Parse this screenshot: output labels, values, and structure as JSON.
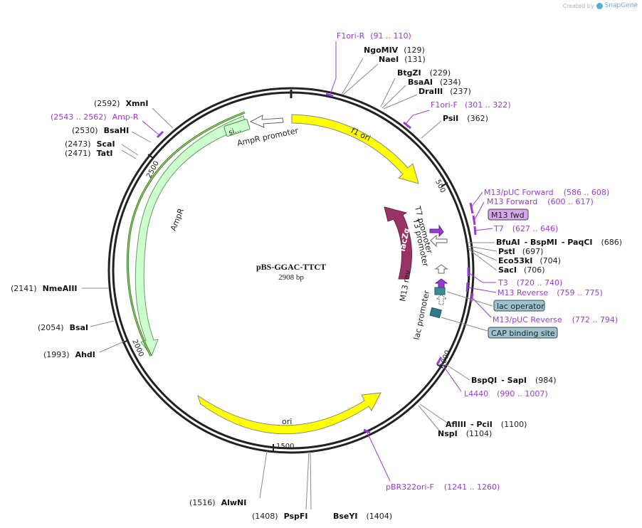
{
  "credit": {
    "prefix": "Created by",
    "brand": "SnapGene"
  },
  "plasmid": {
    "name": "pBS-GGAC-TTCT",
    "length_label": "2908 bp"
  },
  "ruler_labels": [
    "500",
    "1000",
    "1500",
    "2000",
    "2500"
  ],
  "features": {
    "f1_ori": "f1 ori",
    "ori": "ori",
    "ampr": "AmpR",
    "ampr_promoter": "AmpR promoter",
    "ampr_signal": "si...",
    "lacza": "lacZα",
    "t7_promoter": "T7 promoter",
    "t3_promoter": "T3 promoter",
    "m13_rev": "M13 rev",
    "lac_promoter": "lac promoter"
  },
  "sites": {
    "ngomiv": {
      "name": "NgoMIV",
      "pos": "(129)"
    },
    "naei": {
      "name": "NaeI",
      "pos": "(131)"
    },
    "btgzi": {
      "name": "BtgZI",
      "pos": "(229)"
    },
    "bsaai": {
      "name": "BsaAI",
      "pos": "(234)"
    },
    "draiii": {
      "name": "DraIII",
      "pos": "(237)"
    },
    "psii": {
      "name": "PsiI",
      "pos": "(362)"
    },
    "bfuai": {
      "name": "BfuAI",
      "name2": "- BspMI",
      "name3": "- PaqCI",
      "pos": "(686)"
    },
    "psti": {
      "name": "PstI",
      "pos": "(697)"
    },
    "eco53ki": {
      "name": "Eco53kI",
      "pos": "(704)"
    },
    "saci": {
      "name": "SacI",
      "pos": "(706)"
    },
    "bspqi": {
      "name": "BspQI",
      "name2": "- SapI",
      "pos": "(984)"
    },
    "afliii": {
      "name": "AflIII",
      "name2": "- PciI",
      "pos": "(1100)"
    },
    "nspi": {
      "name": "NspI",
      "pos": "(1104)"
    },
    "bseyi": {
      "name": "BseYI",
      "pos": "(1404)"
    },
    "pspfi": {
      "name": "PspFI",
      "pos": "(1408)"
    },
    "alwni": {
      "name": "AlwNI",
      "pos": "(1516)"
    },
    "ahdi": {
      "name": "AhdI",
      "pos": "(1993)"
    },
    "bsai": {
      "name": "BsaI",
      "pos": "(2054)"
    },
    "nmeaiii": {
      "name": "NmeAIII",
      "pos": "(2141)"
    },
    "tati": {
      "name": "TatI",
      "pos": "(2471)"
    },
    "scai": {
      "name": "ScaI",
      "pos": "(2473)"
    },
    "bsahi": {
      "name": "BsaHI",
      "pos": "(2530)"
    },
    "xmni": {
      "name": "XmnI",
      "pos": "(2592)"
    }
  },
  "primers": {
    "f1ori_r": {
      "name": "F1ori-R",
      "range": "(91 .. 110)"
    },
    "f1ori_f": {
      "name": "F1ori-F",
      "range": "(301 .. 322)"
    },
    "m13puc_fwd": {
      "name": "M13/pUC Forward",
      "range": "(586 .. 608)"
    },
    "m13_fwd": {
      "name": "M13 Forward",
      "range": "(600 .. 617)"
    },
    "t7": {
      "name": "T7",
      "range": "(627 .. 646)"
    },
    "t3": {
      "name": "T3",
      "range": "(720 .. 740)"
    },
    "m13_rev": {
      "name": "M13 Reverse",
      "range": "(759 .. 775)"
    },
    "m13puc_rev": {
      "name": "M13/pUC Reverse",
      "range": "(772 .. 794)"
    },
    "l4440": {
      "name": "L4440",
      "range": "(990 .. 1007)"
    },
    "pbr322ori_f": {
      "name": "pBR322ori-F",
      "range": "(1241 .. 1260)"
    },
    "amp_r": {
      "name": "Amp-R",
      "range": "(2543 .. 2562)"
    }
  },
  "boxes": {
    "m13_fwd": "M13 fwd",
    "lac_operator": "lac operator",
    "cap_site": "CAP binding site"
  },
  "colors": {
    "backbone": "#222222",
    "ori_yellow": "#ffff00",
    "ampr_green": "#ccffcc",
    "lacz_purple": "#993366",
    "primer_purple": "#9a3bd0",
    "box_blue": "#9cc3d0",
    "box_violet": "#d7a6ea"
  }
}
